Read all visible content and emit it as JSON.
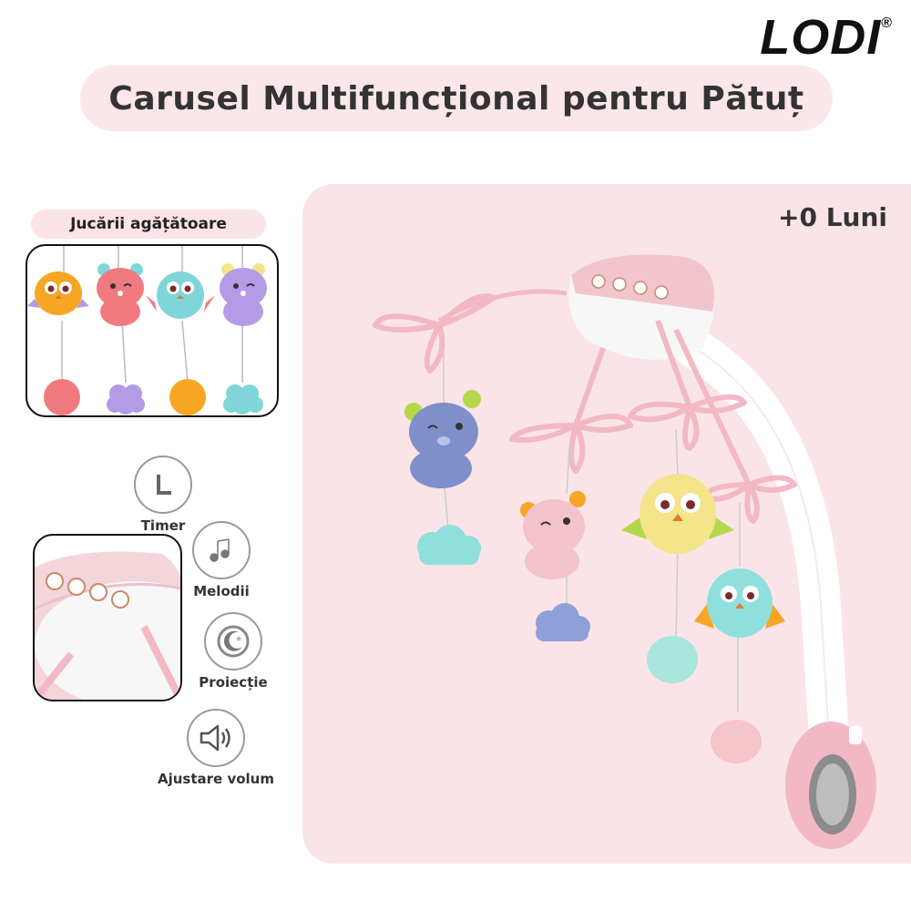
{
  "brand": {
    "name": "LODI",
    "mark": "®"
  },
  "title": "Carusel Multifuncțional pentru Pătuț",
  "age_badge": "+0 Luni",
  "toys_section": {
    "label": "Jucării agățătoare"
  },
  "features": [
    {
      "label": "Timer",
      "icon": "clock-icon"
    },
    {
      "label": "Melodii",
      "icon": "music-notes-icon"
    },
    {
      "label": "Proiecție",
      "icon": "moon-star-icon"
    },
    {
      "label": "Ajustare volum",
      "icon": "speaker-icon"
    }
  ],
  "colors": {
    "title_bg": "#fbe6ea",
    "panel_bg": "#fbe4e8",
    "toy_pink": "#f2b9c4",
    "toy_blue": "#7f8fc9",
    "toy_yellow": "#f4e48a",
    "toy_teal": "#7fd6d8",
    "toy_orange": "#f6a623",
    "toy_purple": "#b49be6"
  }
}
